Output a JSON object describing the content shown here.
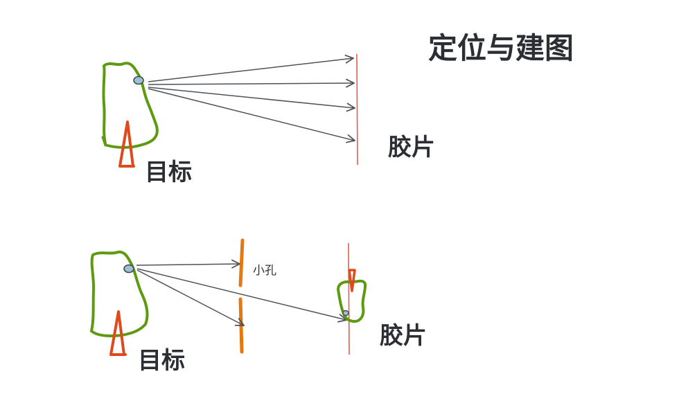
{
  "title": "定位与建图",
  "top_panel": {
    "target_label": "目标",
    "film_label": "胶片"
  },
  "bottom_panel": {
    "pinhole_label": "小孔",
    "target_label": "目标",
    "film_label": "胶片"
  },
  "colors": {
    "outline_green": "#5e9a10",
    "cone_orange": "#e0491b",
    "barrier_orange": "#e5780f",
    "film_red": "#e85a4a",
    "arrow_gray": "#4d5256",
    "eye_fill": "#9dbfd0",
    "text_dark": "#2b2f33"
  }
}
